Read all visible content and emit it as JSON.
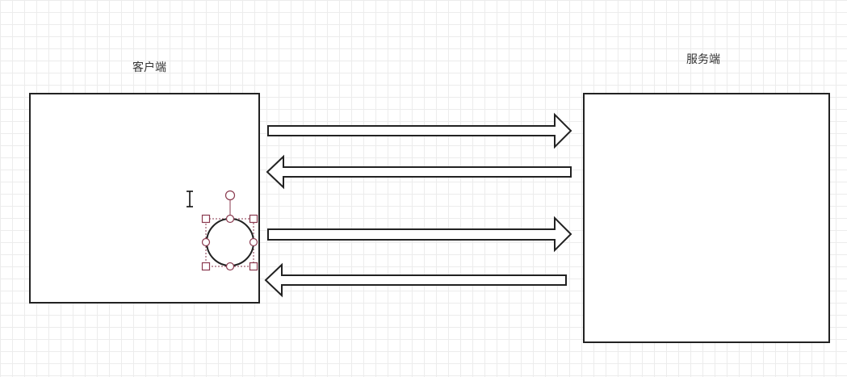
{
  "diagram": {
    "client": {
      "label": "客户端"
    },
    "server": {
      "label": "服务端"
    },
    "arrows": [
      {
        "direction": "client-to-server"
      },
      {
        "direction": "server-to-client"
      },
      {
        "direction": "client-to-server"
      },
      {
        "direction": "server-to-client"
      }
    ],
    "selected_shape": {
      "type": "circle",
      "state": "selected"
    }
  },
  "colors": {
    "stroke": "#222222",
    "grid": "#ececec",
    "selection": "#8a3a4f"
  },
  "icons": {
    "cursor": "text-cursor-icon"
  }
}
